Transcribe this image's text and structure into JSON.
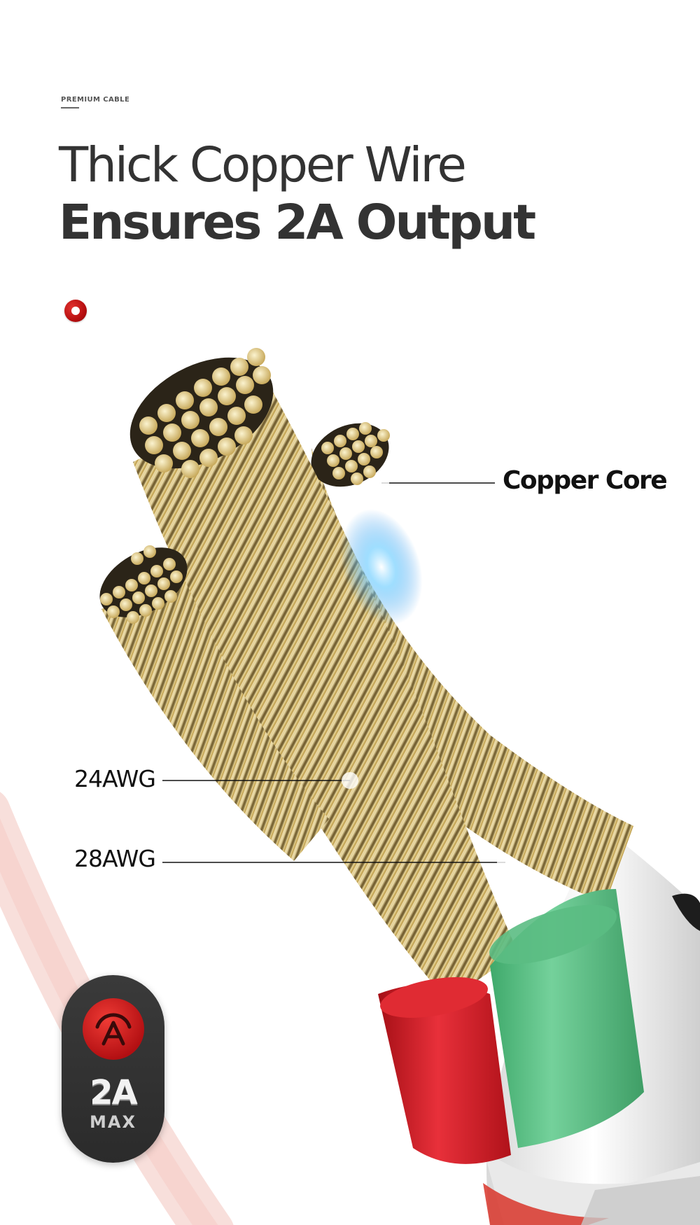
{
  "header": {
    "eyebrow": "PREMIUM CABLE",
    "title_line_1": "Thick Copper Wire",
    "title_line_2": "Ensures 2A Output"
  },
  "callouts": {
    "copper_core": "Copper Core",
    "awg_24": "24AWG",
    "awg_28": "28AWG"
  },
  "badge": {
    "value": "2A",
    "sub": "MAX"
  },
  "colors": {
    "accent_red": "#d41f1f",
    "text_dark": "#333333",
    "badge_bg": "#2e2e2e",
    "copper_gold": "#c9a95a",
    "sleeve_green": "#5fc48a",
    "sleeve_red": "#d8202a"
  },
  "icons": {
    "bullet": "red-ring-dot-icon",
    "badge": "red-a-arc-icon"
  }
}
